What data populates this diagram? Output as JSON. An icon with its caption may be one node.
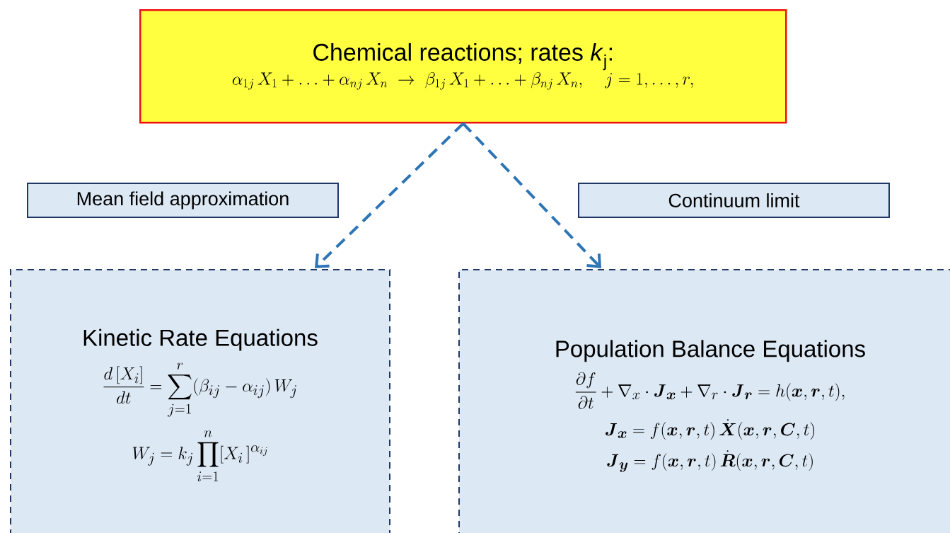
{
  "diagram": {
    "nodes": [
      {
        "text": [
          "Chemical reactions; rates *k*$_{j}$:",
          "\\alpha_{1j}\\, X_1 + \\ldots + \\alpha_{nj}\\, X_n \\;\\to\\; \\beta_{1j}\\, X_1 + \\ldots + \\beta_{nj}\\, X_n, \\quad j=1,\\ldots,r,"
        ]
      },
      {
        "text": [
          "Mean field approximation"
        ]
      },
      {
        "text": [
          "Continuum limit"
        ]
      },
      {
        "text": [
          "Kinetic Rate Equations",
          "\\frac{d\\,[X_i]}{dt} = \\sum_{j=1}^{r} (\\beta_{ij} - \\alpha_{ij})\\, W_j",
          "W_j = k_j \\prod_{i=1}^{n} [X_i\\,]^{\\alpha_{ij}}"
        ]
      },
      {
        "text": [
          "Population Balance Equations",
          "\\frac{\\partial f}{\\partial t} + \\nabla_x \\cdot \\boldsymbol{J}_{\\boldsymbol{x}} + \\nabla_r \\cdot \\boldsymbol{J}_{\\boldsymbol{r}} = h(\\boldsymbol{x},\\boldsymbol{r},t),",
          "\\boldsymbol{J}_{\\boldsymbol{x}} = f(\\boldsymbol{x},\\boldsymbol{r},t)\\, \\dot{\\boldsymbol{X}}(\\boldsymbol{x},\\boldsymbol{r},\\boldsymbol{C},t)",
          "\\boldsymbol{J}_{\\boldsymbol{y}} = f(\\boldsymbol{x},\\boldsymbol{r},t)\\, \\dot{\\boldsymbol{R}}(\\boldsymbol{x},\\boldsymbol{r},\\boldsymbol{C},t)"
        ]
      }
    ],
    "edges": [
      {
        "from": 0,
        "to": 3,
        "arrow": "to",
        "style": "dashed"
      },
      {
        "from": 0,
        "to": 4,
        "arrow": "to",
        "style": "dashed"
      }
    ]
  }
}
